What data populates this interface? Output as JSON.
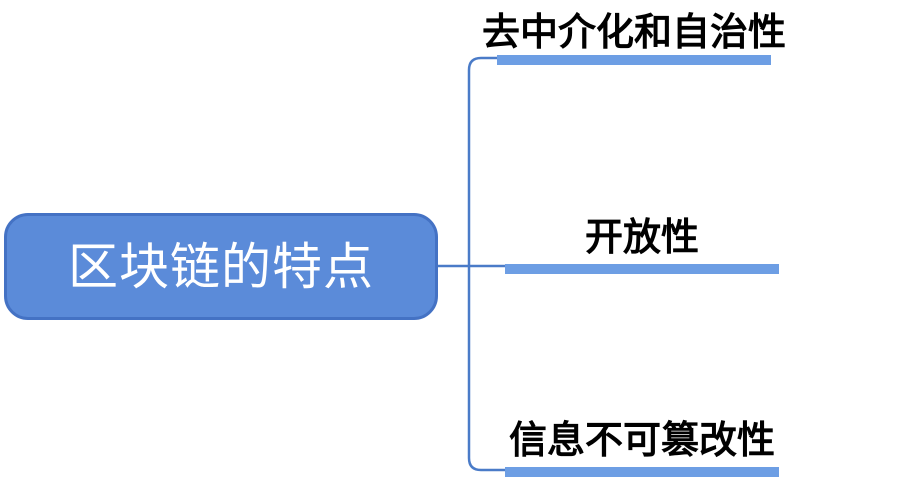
{
  "diagram": {
    "type": "mindmap",
    "root": {
      "label": "区块链的特点"
    },
    "branches": [
      {
        "id": "decentralization-autonomy",
        "label": "去中介化和自治性"
      },
      {
        "id": "openness",
        "label": "开放性"
      },
      {
        "id": "immutability",
        "label": "信息不可篡改性"
      }
    ],
    "colors": {
      "node_fill": "#5b8bd9",
      "node_border": "#4472c4",
      "node_text": "#ffffff",
      "connector": "#4a7bc8",
      "branch_bar": "#6d9ee4",
      "label_text": "#000000",
      "background": "#ffffff"
    }
  }
}
